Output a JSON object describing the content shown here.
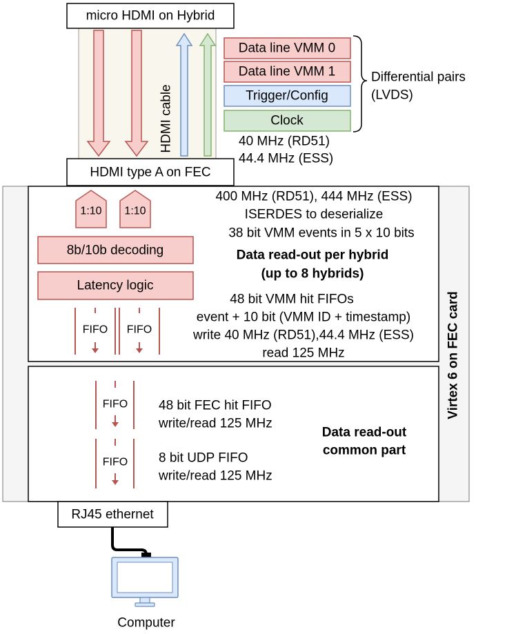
{
  "connectors": {
    "micro_hdmi": "micro HDMI on Hybrid",
    "hdmi_type_a": "HDMI type A on FEC",
    "rj45": "RJ45 ethernet",
    "cable": "HDMI cable"
  },
  "signals": [
    {
      "label": "Data line VMM 0",
      "fill": "#f8cecc",
      "stroke": "#b85450"
    },
    {
      "label": "Data line VMM 1",
      "fill": "#f8cecc",
      "stroke": "#b85450"
    },
    {
      "label": "Trigger/Config",
      "fill": "#dae8fc",
      "stroke": "#6c8ebf"
    },
    {
      "label": "Clock",
      "fill": "#d5e8d4",
      "stroke": "#82b366"
    }
  ],
  "differential": {
    "line1": "Differential pairs",
    "line2": "(LVDS)"
  },
  "clock_freq": {
    "line1": "40 MHz (RD51)",
    "line2": "44.4 MHz (ESS)"
  },
  "fpga_label": "Virtex 6 on FEC card",
  "hybrid_section": {
    "serdes": [
      "1:10",
      "1:10"
    ],
    "serdes_text": [
      "400 MHz (RD51), 444 MHz (ESS)",
      "ISERDES to deserialize",
      "38 bit VMM events in 5 x 10 bits"
    ],
    "decoding": "8b/10b decoding",
    "latency": "Latency logic",
    "title": [
      "Data read-out per hybrid",
      "(up to 8 hybrids)"
    ],
    "fifo_label": "FIFO",
    "fifo_text": [
      "48 bit VMM hit FIFOs",
      "event + 10 bit (VMM ID + timestamp)",
      "write 40 MHz (RD51),44.4 MHz (ESS)",
      "read 125 MHz"
    ]
  },
  "common_section": {
    "fifo_label": "FIFO",
    "fifo1": [
      "48 bit FEC hit FIFO",
      "write/read 125 MHz"
    ],
    "fifo2": [
      "8 bit UDP FIFO",
      "write/read 125 MHz"
    ],
    "title": [
      "Data read-out",
      "common part"
    ]
  },
  "computer_label": "Computer",
  "colors": {
    "red_fill": "#f8cecc",
    "red_stroke": "#b85450",
    "blue_fill": "#dae8fc",
    "blue_stroke": "#6c8ebf",
    "green_fill": "#d5e8d4",
    "green_stroke": "#82b366",
    "cable_fill": "#f9f7ed",
    "fpga_fill": "#f5f5f5",
    "monitor_stroke": "#6c8ebf"
  }
}
